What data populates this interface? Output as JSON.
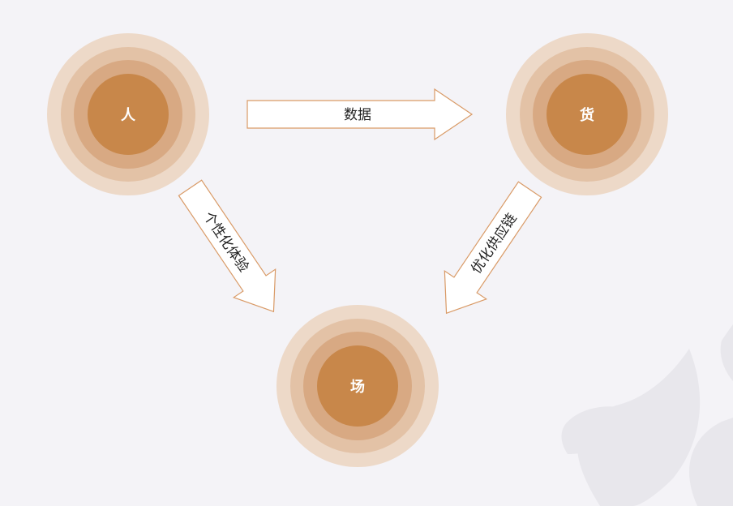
{
  "nodes": {
    "person": {
      "label": "人"
    },
    "goods": {
      "label": "货"
    },
    "place": {
      "label": "场"
    }
  },
  "arrows": {
    "data": {
      "label": "数据"
    },
    "personalized": {
      "label": "个性化体验"
    },
    "supply": {
      "label": "优化供应链"
    }
  },
  "colors": {
    "background": "#f4f3f7",
    "ring_outer": "#edd9c8",
    "ring_2": "#e3c2a6",
    "ring_3": "#d8a983",
    "core": "#c8874a",
    "arrow_fill": "#ffffff",
    "arrow_stroke": "#d99a66",
    "watermark": "#e8e7ec"
  }
}
